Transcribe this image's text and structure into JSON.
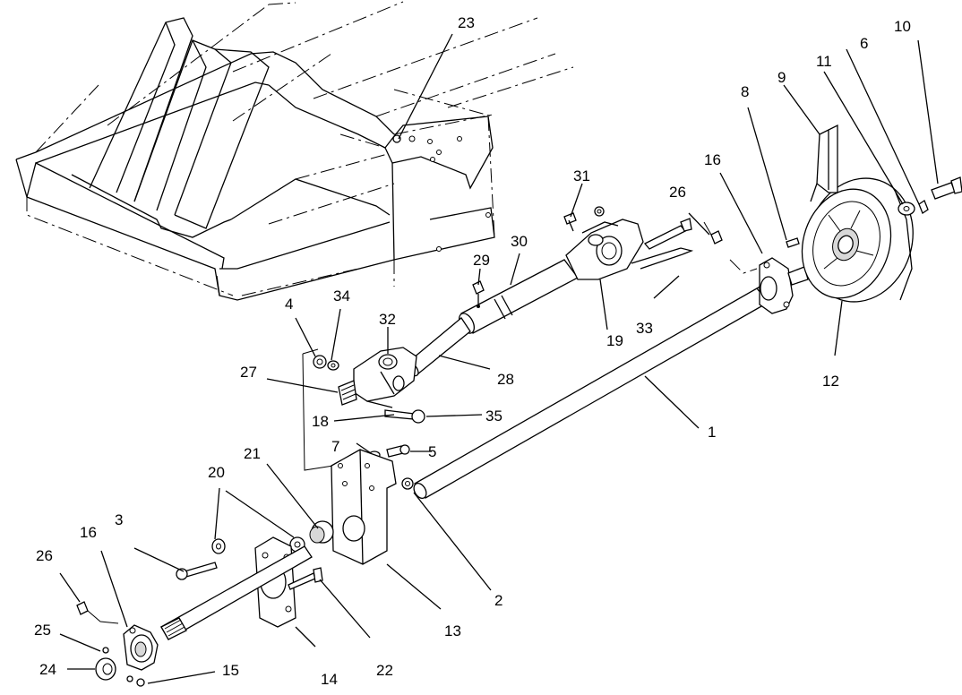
{
  "callouts": [
    {
      "id": "c1",
      "text": "1"
    },
    {
      "id": "c2",
      "text": "2"
    },
    {
      "id": "c3",
      "text": "3"
    },
    {
      "id": "c4",
      "text": "4"
    },
    {
      "id": "c5",
      "text": "5"
    },
    {
      "id": "c6",
      "text": "6"
    },
    {
      "id": "c7",
      "text": "7"
    },
    {
      "id": "c8",
      "text": "8"
    },
    {
      "id": "c9",
      "text": "9"
    },
    {
      "id": "c10",
      "text": "10"
    },
    {
      "id": "c11",
      "text": "11"
    },
    {
      "id": "c12",
      "text": "12"
    },
    {
      "id": "c13",
      "text": "13"
    },
    {
      "id": "c14",
      "text": "14"
    },
    {
      "id": "c15",
      "text": "15"
    },
    {
      "id": "c16a",
      "text": "16"
    },
    {
      "id": "c16b",
      "text": "16"
    },
    {
      "id": "c18",
      "text": "18"
    },
    {
      "id": "c19",
      "text": "19"
    },
    {
      "id": "c20",
      "text": "20"
    },
    {
      "id": "c21",
      "text": "21"
    },
    {
      "id": "c22",
      "text": "22"
    },
    {
      "id": "c23",
      "text": "23"
    },
    {
      "id": "c24",
      "text": "24"
    },
    {
      "id": "c25",
      "text": "25"
    },
    {
      "id": "c26a",
      "text": "26"
    },
    {
      "id": "c26b",
      "text": "26"
    },
    {
      "id": "c27",
      "text": "27"
    },
    {
      "id": "c28",
      "text": "28"
    },
    {
      "id": "c29",
      "text": "29"
    },
    {
      "id": "c30",
      "text": "30"
    },
    {
      "id": "c31",
      "text": "31"
    },
    {
      "id": "c32",
      "text": "32"
    },
    {
      "id": "c33",
      "text": "33"
    },
    {
      "id": "c34",
      "text": "34"
    },
    {
      "id": "c35",
      "text": "35"
    }
  ]
}
